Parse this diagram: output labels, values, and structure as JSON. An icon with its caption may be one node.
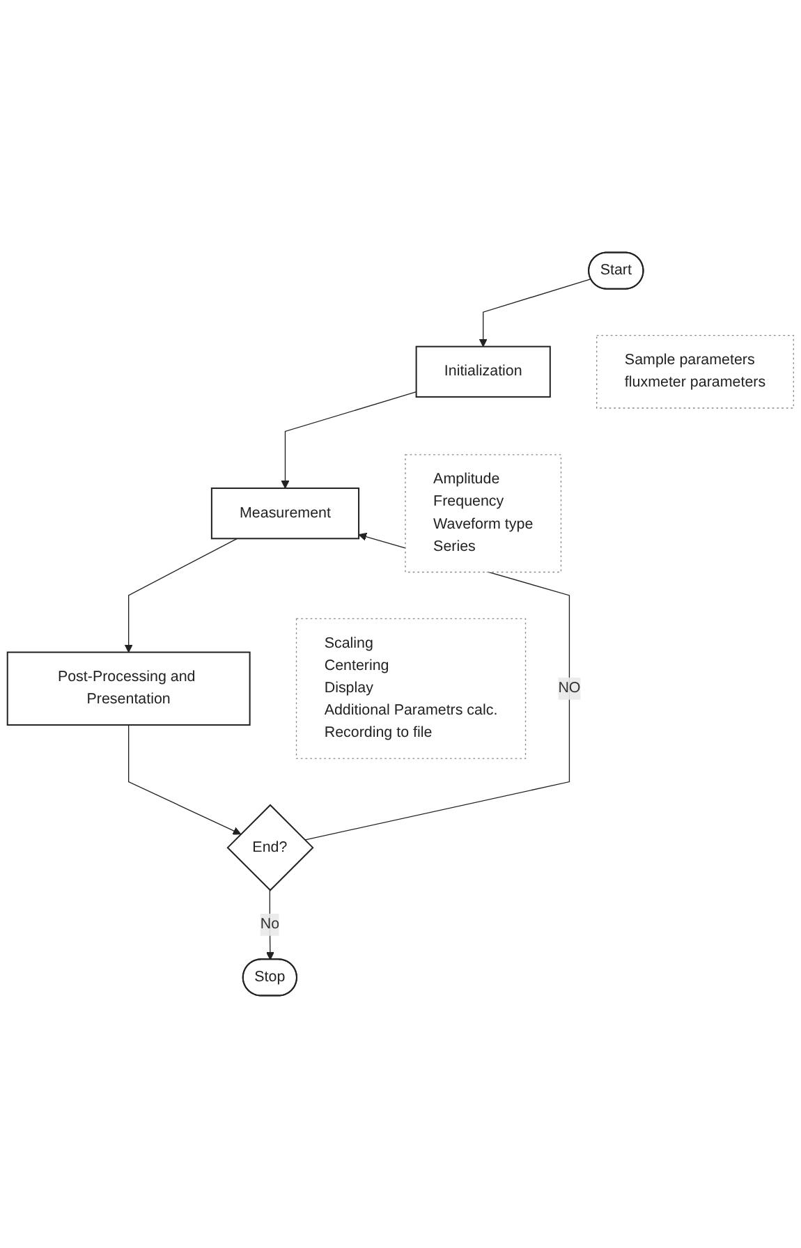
{
  "diagram": {
    "nodes": [
      {
        "text": [
          "Start"
        ]
      },
      {
        "text": [
          "Initialization"
        ],
        "beside": [
          "Sample parameters",
          "fluxmeter parameters"
        ]
      },
      {
        "text": [
          "Measurement"
        ],
        "beside": [
          "Amplitude",
          "Frequency",
          "Waveform type",
          "Series"
        ]
      },
      {
        "text": [
          "Post-Processing and Presentation"
        ],
        "beside": [
          "Scaling",
          "Centering",
          "Display",
          "Additional Parametrs calc.",
          "Recording to file"
        ]
      },
      {
        "text": [
          "End?"
        ]
      },
      {
        "text": [
          "Stop"
        ]
      }
    ],
    "edges": [
      {
        "from": 0,
        "to": 1,
        "arrow": "to"
      },
      {
        "from": 1,
        "to": 2,
        "arrow": "to"
      },
      {
        "from": 2,
        "to": 3,
        "arrow": "to"
      },
      {
        "from": 3,
        "to": 4,
        "arrow": "to"
      },
      {
        "from": 4,
        "to": 2,
        "label": "NO",
        "arrow": "to"
      },
      {
        "from": 4,
        "to": 5,
        "label": "No",
        "arrow": "to"
      }
    ]
  }
}
